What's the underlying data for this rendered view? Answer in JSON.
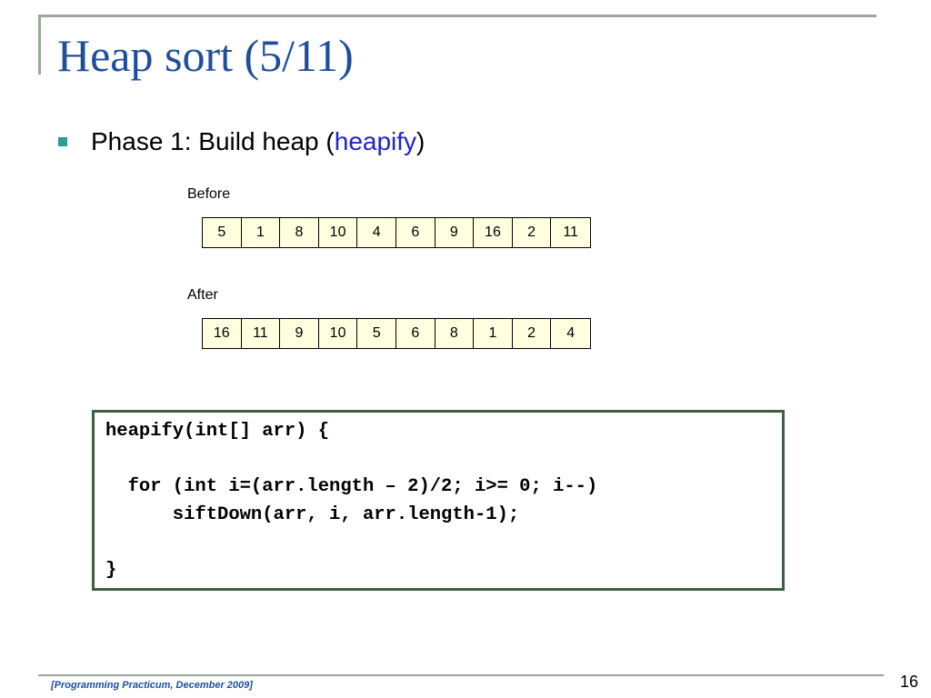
{
  "slide": {
    "title": "Heap sort (5/11)",
    "bullet": {
      "text_before": "Phase 1: Build heap (",
      "highlight": "heapify",
      "text_after": ")"
    },
    "before": {
      "label": "Before",
      "values": [
        "5",
        "1",
        "8",
        "10",
        "4",
        "6",
        "9",
        "16",
        "2",
        "11"
      ]
    },
    "after": {
      "label": "After",
      "values": [
        "16",
        "11",
        "9",
        "10",
        "5",
        "6",
        "8",
        "1",
        "2",
        "4"
      ]
    },
    "code": [
      "heapify(int[] arr) {",
      "",
      "  for (int i=(arr.length – 2)/2; i>= 0; i--)",
      "      siftDown(arr, i, arr.length-1);",
      "",
      "}"
    ],
    "footer": "[Programming Practicum, December 2009]",
    "page_number": "16"
  },
  "colors": {
    "title": "#1f4f9c",
    "bullet": "#2a9d96",
    "highlight": "#2222cc",
    "cell_fill": "#ffffe0",
    "code_border": "#3f5e44",
    "frame": "#9aa898"
  }
}
